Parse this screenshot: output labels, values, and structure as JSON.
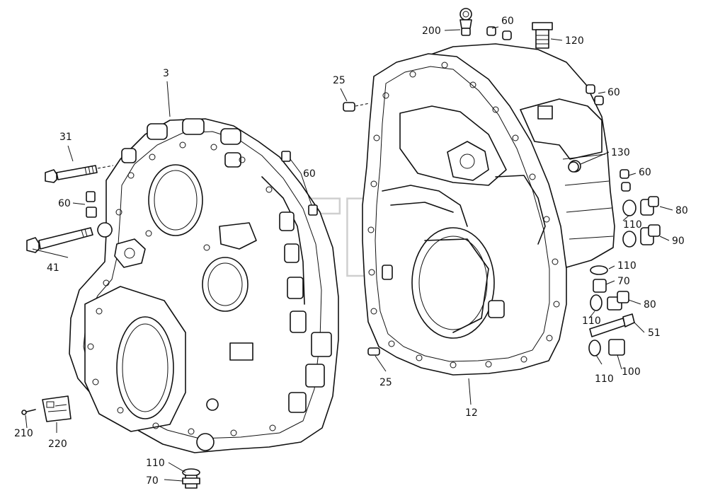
{
  "watermark": {
    "text": "BTM",
    "mark": "®"
  },
  "labels": {
    "l3": "3",
    "l31": "31",
    "l41": "41",
    "l60a": "60",
    "l60b": "60",
    "l60c": "60",
    "l60d": "60",
    "l60e": "60",
    "l25a": "25",
    "l25b": "25",
    "l200": "200",
    "l120": "120",
    "l130": "130",
    "l80a": "80",
    "l80b": "80",
    "l90": "90",
    "l110a": "110",
    "l110b": "110",
    "l110c": "110",
    "l110d": "110",
    "l110e": "110",
    "l70a": "70",
    "l70b": "70",
    "l51": "51",
    "l100": "100",
    "l12": "12",
    "l210": "210",
    "l220": "220"
  }
}
